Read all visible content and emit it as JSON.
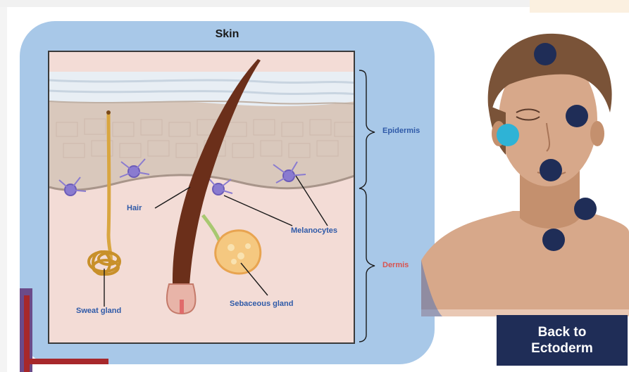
{
  "diagram": {
    "title": "Skin",
    "labels": {
      "epidermis": "Epidermis",
      "dermis": "Dermis",
      "hair": "Hair",
      "melanocytes": "Melanocytes",
      "sweat_gland": "Sweat gland",
      "sebaceous_gland": "Sebaceous gland"
    }
  },
  "hotspots": [
    {
      "name": "forehead-hotspot",
      "color": "#1f2d57"
    },
    {
      "name": "eye-hotspot",
      "color": "#1f2d57"
    },
    {
      "name": "cheek-hotspot",
      "color": "#2eb3d6"
    },
    {
      "name": "mouth-hotspot",
      "color": "#1f2d57"
    },
    {
      "name": "neck-hotspot",
      "color": "#1f2d57"
    },
    {
      "name": "throat-hotspot",
      "color": "#1f2d57"
    }
  ],
  "nav": {
    "back_label": "Back to\nEctoderm"
  },
  "colors": {
    "panel": "#a8c8e8",
    "button": "#1f2d57",
    "label_blue": "#2f5aa8",
    "label_red": "#d9534f"
  }
}
